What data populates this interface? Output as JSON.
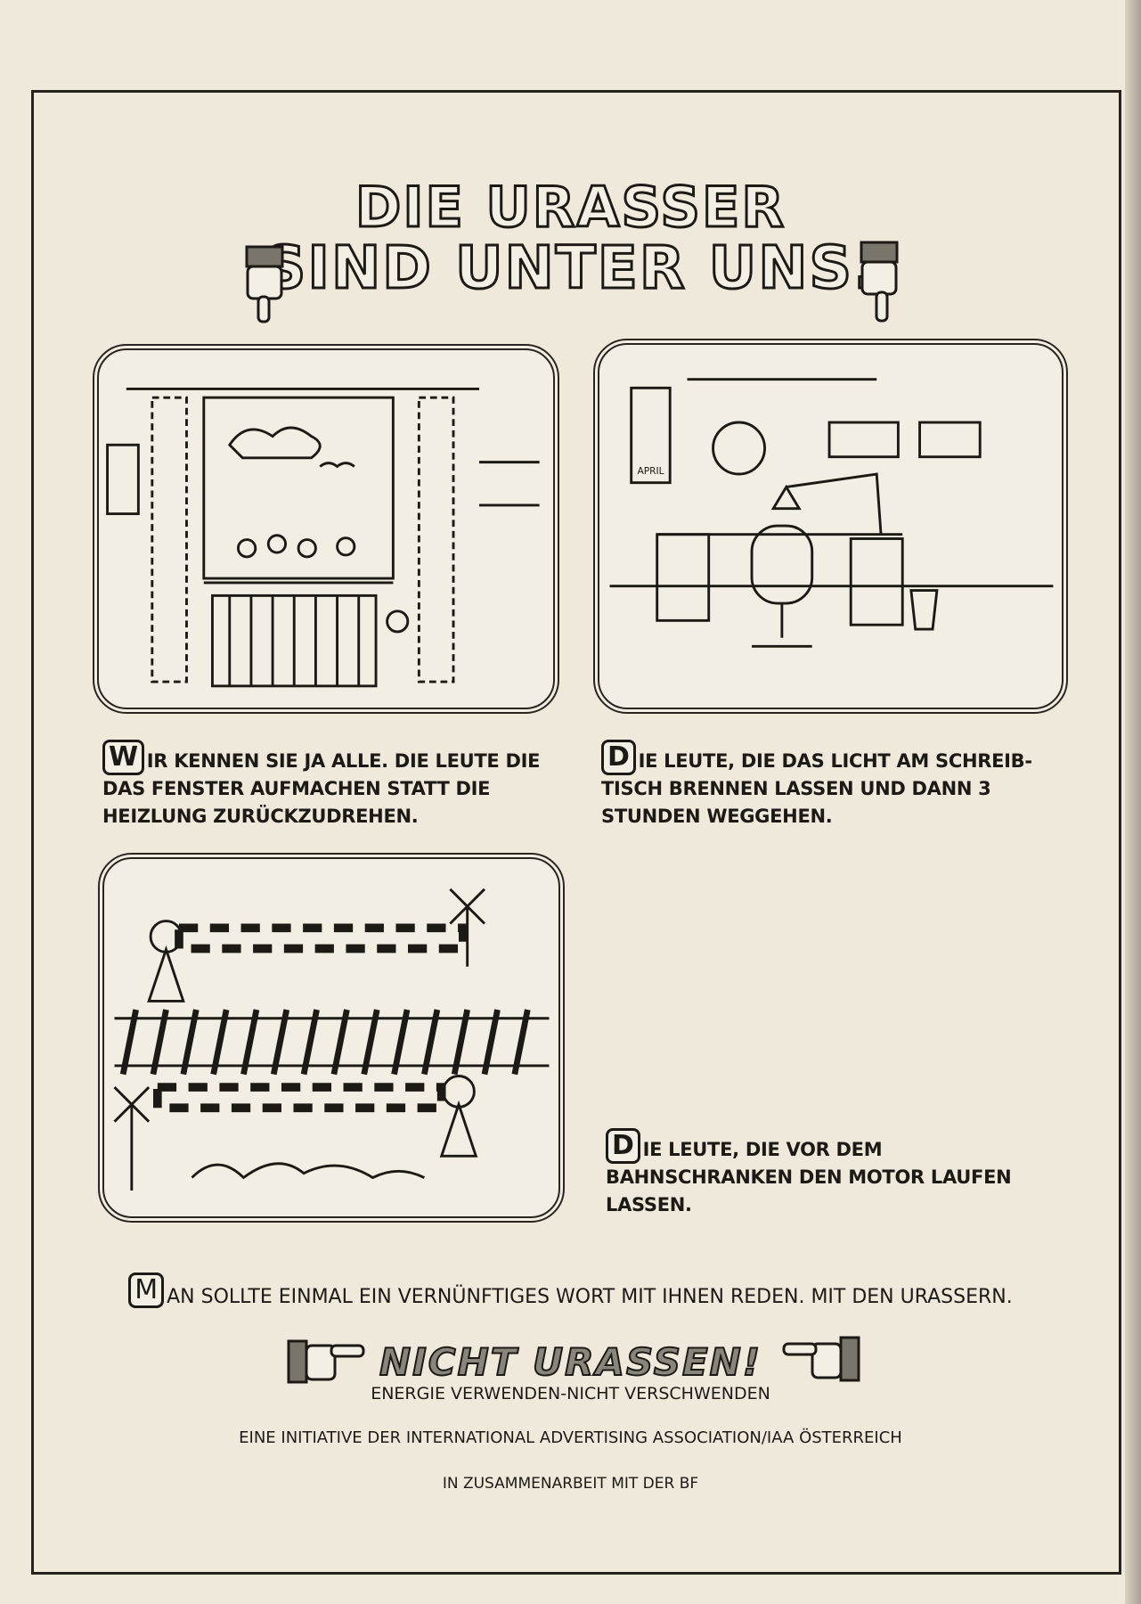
{
  "headline": {
    "line1": "DIE URASSER",
    "line2": "SIND UNTER UNS."
  },
  "panels": [
    {
      "scene": "window-radiator",
      "caption_initial": "W",
      "caption_rest": "IR KENNEN SIE JA ALLE. DIE LEUTE DIE DAS FENSTER AUFMACHEN STATT DIE HEIZLUNG ZURÜCKZUDREHEN."
    },
    {
      "scene": "office-desk-lamp",
      "poster_text": "APRIL",
      "caption_initial": "D",
      "caption_rest": "IE LEUTE, DIE DAS LICHT AM SCHREIB-TISCH BRENNEN LASSEN UND DANN 3 STUNDEN WEGGEHEN."
    },
    {
      "scene": "railway-crossing",
      "caption_initial": "D",
      "caption_rest": "IE LEUTE, DIE VOR DEM BAHNSCHRANKEN DEN MOTOR LAUFEN LASSEN."
    }
  ],
  "closing": {
    "initial": "M",
    "rest": "AN SOLLTE EINMAL EIN VERNÜNFTIGES WORT MIT IHNEN REDEN. MIT DEN URASSERN."
  },
  "slogan": "NICHT URASSEN!",
  "subslogan": "ENERGIE VERWENDEN-NICHT VERSCHWENDEN",
  "initiative": "EINE INITIATIVE DER INTERNATIONAL ADVERTISING ASSOCIATION/IAA ÖSTERREICH",
  "cooperation": "IN ZUSAMMENARBEIT MIT DER BF",
  "colors": {
    "paper": "#efe9dc",
    "ink": "#1d1a16"
  }
}
